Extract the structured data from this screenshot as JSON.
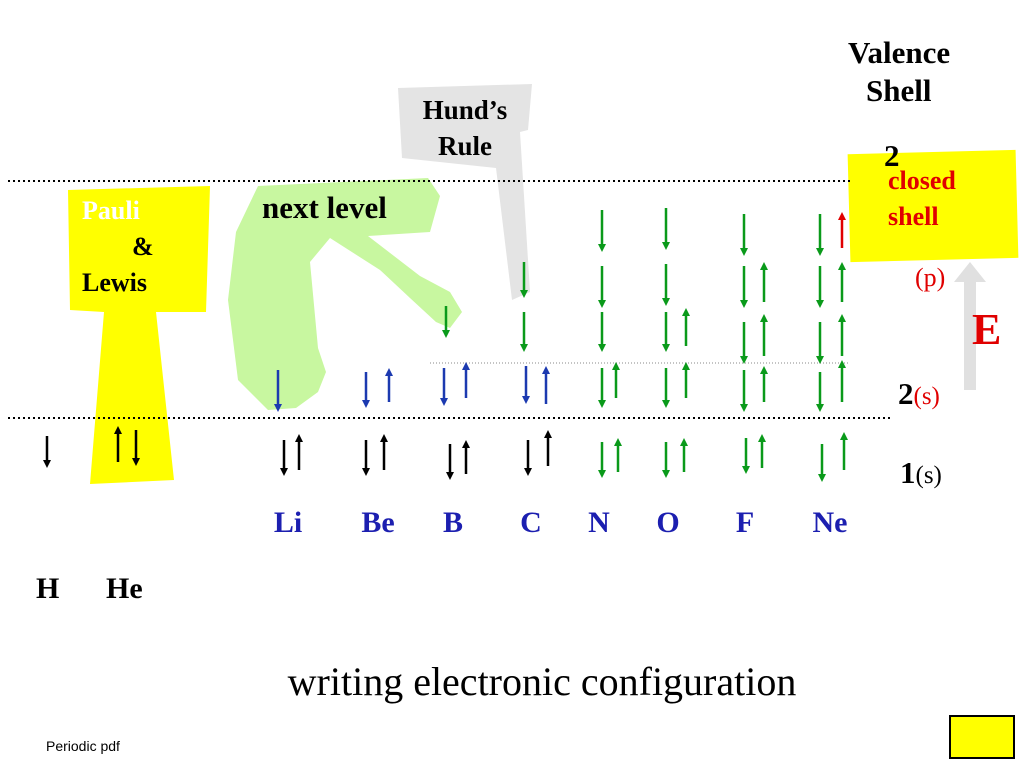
{
  "valence_shell": {
    "line1": "Valence",
    "line2": "Shell"
  },
  "closed_shell": {
    "line1": "closed",
    "line2": "shell"
  },
  "hunds_rule": {
    "line1": "Hund’s",
    "line2": "Rule"
  },
  "next_level": "next level",
  "pauli_lewis": {
    "pauli": "Pauli",
    "amp": "&",
    "lewis": "Lewis"
  },
  "levels": {
    "n2p_partial": "2",
    "p": "(p)",
    "n2": "2",
    "s2": "(s)",
    "n1": "1",
    "s1": "(s)"
  },
  "energy_label": "E",
  "elements_row": [
    "Li",
    "Be",
    "B",
    "C",
    "N",
    "O",
    "F",
    "Ne"
  ],
  "elements_bottom": [
    "H",
    "He"
  ],
  "caption": "writing electronic configuration",
  "footer": "Periodic pdf",
  "colors": {
    "element_label": "#1c1fb0",
    "green_arrow": "#0a9a1a",
    "blue_arrow": "#1c3ab0",
    "red": "#e00000",
    "highlight_yellow": "#ffff00",
    "highlight_green": "#c8f7a0",
    "highlight_gray": "#e4e4e4"
  }
}
